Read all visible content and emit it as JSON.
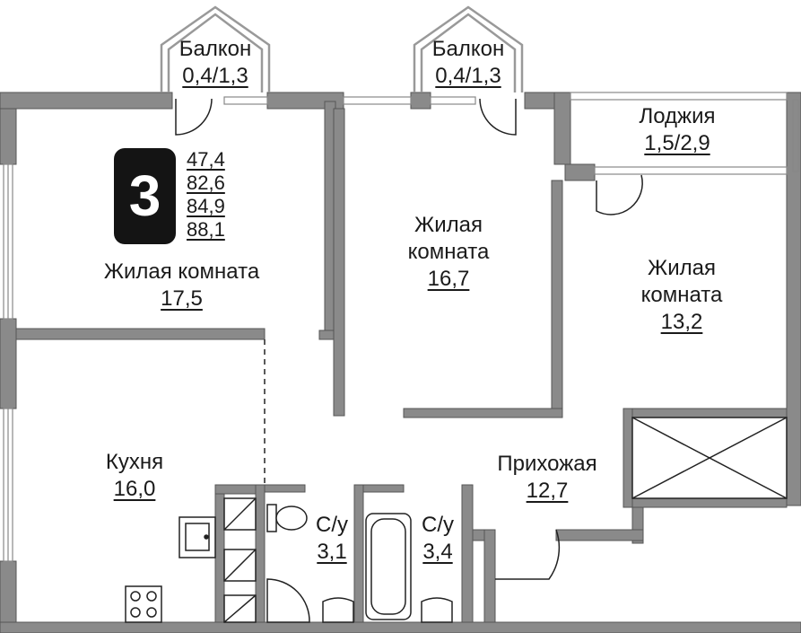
{
  "apartment": {
    "rooms_count": "3",
    "areas": [
      "47,4",
      "82,6",
      "84,9",
      "88,1"
    ]
  },
  "rooms": {
    "balcony_left": {
      "name": "Балкон",
      "area": "0,4/1,3"
    },
    "balcony_right": {
      "name": "Балкон",
      "area": "0,4/1,3"
    },
    "loggia": {
      "name": "Лоджия",
      "area": "1,5/2,9"
    },
    "living_1": {
      "name": "Жилая комната",
      "area": "17,5"
    },
    "living_2": {
      "name_line1": "Жилая",
      "name_line2": "комната",
      "area": "16,7"
    },
    "living_3": {
      "name_line1": "Жилая",
      "name_line2": "комната",
      "area": "13,2"
    },
    "kitchen": {
      "name": "Кухня",
      "area": "16,0"
    },
    "hallway": {
      "name": "Прихожая",
      "area": "12,7"
    },
    "bathroom_1": {
      "name": "С/у",
      "area": "3,1"
    },
    "bathroom_2": {
      "name": "С/у",
      "area": "3,4"
    }
  },
  "colors": {
    "wall": "#8a8a8a",
    "wall_edge": "#5a5a5a",
    "line": "#222222",
    "badge": "#141414"
  }
}
